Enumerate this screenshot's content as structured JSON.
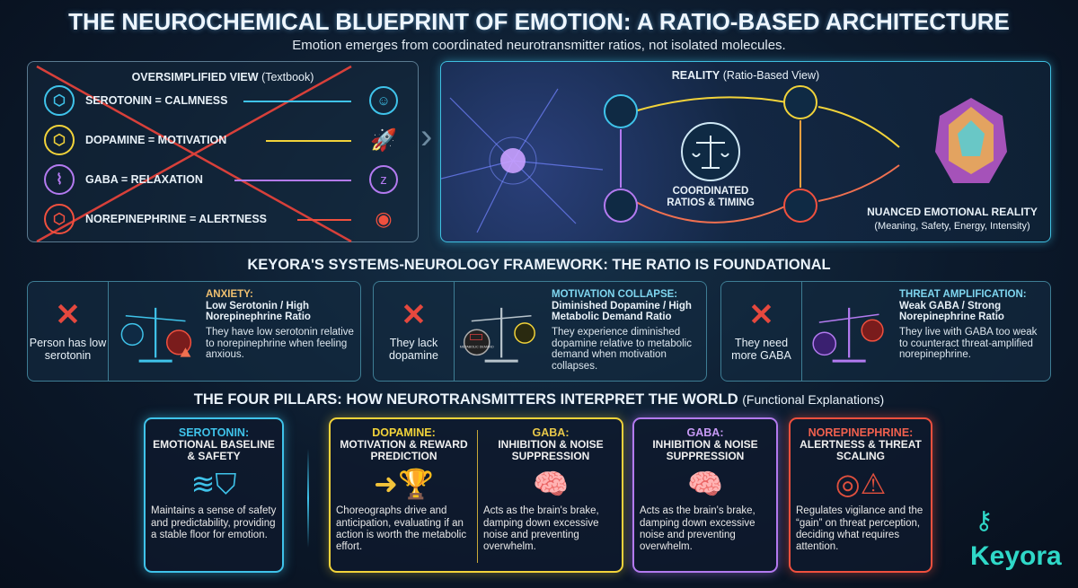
{
  "title": "THE NEUROCHEMICAL BLUEPRINT OF EMOTION: A RATIO-BASED ARCHITECTURE",
  "subtitle": "Emotion emerges from coordinated neurotransmitter ratios, not isolated molecules.",
  "oversimplified": {
    "heading": "OVERSIMPLIFIED VIEW",
    "heading_note": "(Textbook)",
    "rows": [
      {
        "label": "SEROTONIN = CALMNESS",
        "color": "#3fc3ea"
      },
      {
        "label": "DOPAMINE = MOTIVATION",
        "color": "#f2d33a"
      },
      {
        "label": "GABA = RELAXATION",
        "color": "#b37af0"
      },
      {
        "label": "NOREPINEPHRINE = ALERTNESS",
        "color": "#f0503e"
      }
    ]
  },
  "reality": {
    "heading": "REALITY",
    "heading_note": "(Ratio-Based View)",
    "center": "COORDINATED RATIOS & TIMING",
    "result_title": "NUANCED EMOTIONAL REALITY",
    "result_sub": "(Meaning, Safety, Energy, Intensity)"
  },
  "framework": {
    "heading": "KEYORA'S SYSTEMS-NEUROLOGY FRAMEWORK: THE RATIO IS FOUNDATIONAL",
    "cards": [
      {
        "myth": "Person has low serotonin",
        "title": "ANXIETY:",
        "ratio": "Low Serotonin / High Norepinephrine Ratio",
        "desc": "They have low serotonin relative to norepinephrine when feeling anxious.",
        "accent": "#f0c070"
      },
      {
        "myth": "They lack dopamine",
        "title": "MOTIVATION COLLAPSE:",
        "ratio": "Diminished Dopamine / High Metabolic Demand Ratio",
        "desc": "They experience diminished dopamine relative to metabolic demand when motivation collapses.",
        "accent": "#7fd6f0",
        "badge": "METABOLIC DEMAND"
      },
      {
        "myth": "They need more GABA",
        "title": "THREAT AMPLIFICATION:",
        "ratio": "Weak GABA / Strong Norepinephrine Ratio",
        "desc": "They live with GABA too weak to counteract threat-amplified norepinephrine.",
        "accent": "#7fd6f0"
      }
    ]
  },
  "pillars": {
    "heading": "THE FOUR PILLARS: HOW NEUROTRANSMITTERS INTERPRET THE WORLD",
    "heading_note": "(Functional Explanations)",
    "items": [
      {
        "name": "SEROTONIN:",
        "role": "EMOTIONAL BASELINE & SAFETY",
        "desc": "Maintains a sense of safety and predictability, providing a stable floor for emotion.",
        "color": "#3fc3ea"
      },
      {
        "name": "DOPAMINE:",
        "role": "MOTIVATION & REWARD PREDICTION",
        "desc": "Choreographs drive and anticipation, evaluating if an action is worth the metabolic effort.",
        "color": "#f2d33a"
      },
      {
        "name": "GABA:",
        "role": "INHIBITION & NOISE SUPPRESSION",
        "desc": "Acts as the brain's brake, damping down excessive noise and preventing overwhelm.",
        "color": "#e8c84a"
      },
      {
        "name": "GABA:",
        "role": "INHIBITION & NOISE SUPPRESSION",
        "desc": "Acts as the brain's brake, damping down excessive noise and preventing overwhelm.",
        "color": "#b37af0"
      },
      {
        "name": "NOREPINEPHRINE:",
        "role": "ALERTNESS & THREAT SCALING",
        "desc": "Regulates vigilance and the “gain” on threat perception, deciding what requires attention.",
        "color": "#f0503e"
      }
    ]
  },
  "logo": "Keyora"
}
